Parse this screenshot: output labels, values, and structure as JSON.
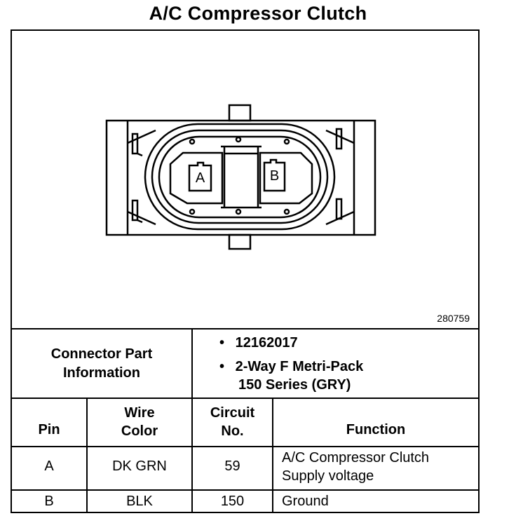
{
  "title": "A/C Compressor Clutch",
  "figure_id": "280759",
  "connector": {
    "pin_a_label": "A",
    "pin_b_label": "B"
  },
  "part_info": {
    "label_line1": "Connector Part",
    "label_line2": "Information",
    "bullet": "•",
    "part_number": "12162017",
    "description_line1": "2-Way F Metri-Pack",
    "description_line2": "150 Series (GRY)"
  },
  "table": {
    "headers": {
      "pin": "Pin",
      "wire_color_line1": "Wire",
      "wire_color_line2": "Color",
      "circuit_line1": "Circuit",
      "circuit_line2": "No.",
      "function": "Function"
    },
    "rows": [
      {
        "pin": "A",
        "wire_color": "DK GRN",
        "circuit": "59",
        "function_line1": "A/C Compressor Clutch",
        "function_line2": "Supply voltage"
      },
      {
        "pin": "B",
        "wire_color": "BLK",
        "circuit": "150",
        "function_line1": "Ground",
        "function_line2": ""
      }
    ]
  }
}
